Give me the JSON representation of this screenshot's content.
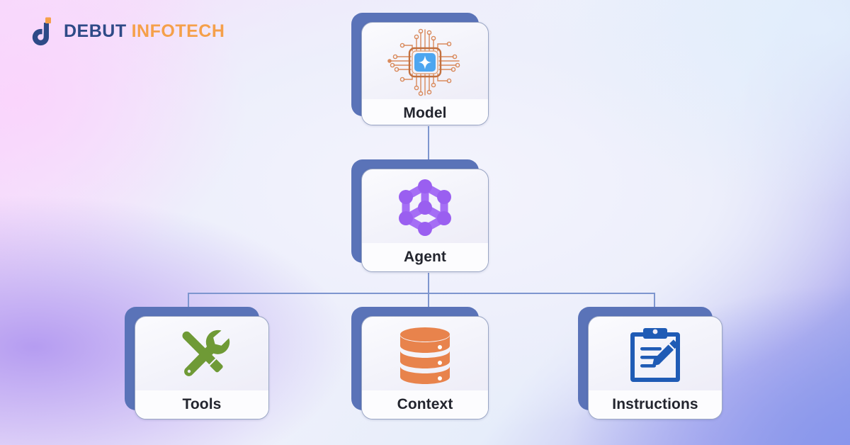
{
  "brand": {
    "name_primary": "DEBUT",
    "name_secondary": "INFOTECH",
    "mark_icon": "debut-d-logomark",
    "color_primary": "#2e4a87",
    "color_secondary": "#f5a04a"
  },
  "diagram": {
    "type": "hierarchy-tree",
    "background_colors": [
      "#f7dcfb",
      "#eef0fb",
      "#e6edfa",
      "#8f9ce8"
    ],
    "card_back_color": "#5a73b8",
    "connector_color": "#7e96cf",
    "nodes": [
      {
        "id": "model",
        "label": "Model",
        "icon": "ai-chip-icon",
        "icon_colors": {
          "trace": "#d98a5c",
          "chip_frame": "#c2703f",
          "tile": "#4da6f0",
          "spark": "#ffffff"
        },
        "level": 0
      },
      {
        "id": "agent",
        "label": "Agent",
        "icon": "network-graph-icon",
        "icon_colors": {
          "node": "#9a5ff0",
          "link": "#a56ef5"
        },
        "level": 1
      },
      {
        "id": "tools",
        "label": "Tools",
        "icon": "wrench-screwdriver-icon",
        "icon_colors": {
          "tool": "#6f9a36"
        },
        "level": 2
      },
      {
        "id": "context",
        "label": "Context",
        "icon": "database-cylinder-icon",
        "icon_colors": {
          "body": "#e8834c",
          "highlight": "#ffffff"
        },
        "level": 2
      },
      {
        "id": "instructions",
        "label": "Instructions",
        "icon": "clipboard-pencil-icon",
        "icon_colors": {
          "board": "#1f5bb5",
          "pencil": "#1f5bb5"
        },
        "level": 2
      }
    ],
    "edges": [
      {
        "from": "model",
        "to": "agent"
      },
      {
        "from": "agent",
        "to": "tools"
      },
      {
        "from": "agent",
        "to": "context"
      },
      {
        "from": "agent",
        "to": "instructions"
      }
    ]
  }
}
